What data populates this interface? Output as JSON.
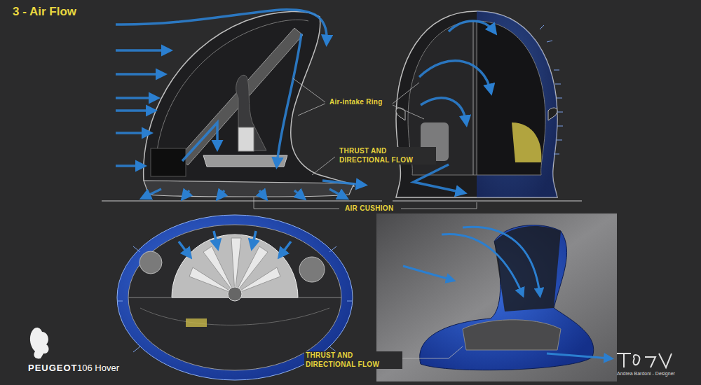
{
  "diagram": {
    "title": "3 - Air Flow",
    "labels": [
      "Air-intake Ring",
      "THRUST AND DIRECTIONAL FLOW",
      "AIR CUSHION",
      "THRUST AND DIRECTIONAL FLOW",
      "PEUGEOT",
      "106 Hover",
      "Andrea Bardoni - Designer"
    ]
  }
}
